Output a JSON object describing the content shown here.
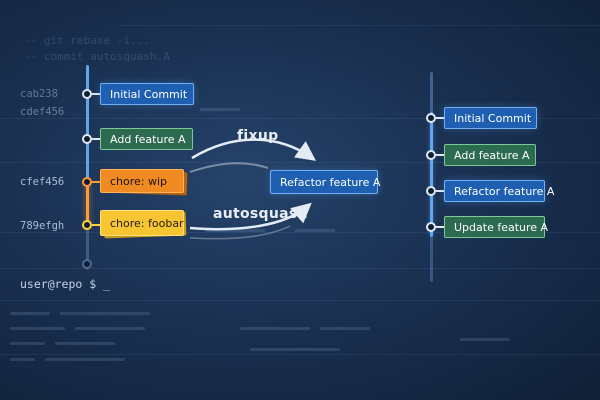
{
  "terminal": {
    "bg_command_1": "-- git rebase -i...",
    "bg_command_2": "-- commit autosquash.A",
    "prompt": "user@repo $ _"
  },
  "left_branch": {
    "hashes": [
      "cab238",
      "cdef456",
      "cfef456",
      "789efgh"
    ],
    "commits": [
      "Initial Commit",
      "Add feature A",
      "chore: wip",
      "chore: foobar"
    ]
  },
  "middle": {
    "target_commit": "Refactor feature A",
    "fixup_label": "fixup",
    "autosquash_label": "autosquash"
  },
  "right_branch": {
    "commits": [
      "Initial Commit",
      "Add feature A",
      "Refactor feature A",
      "Update feature A"
    ]
  },
  "colors": {
    "blue": "#1f5fb1",
    "green": "#2c6b4f",
    "orange": "#f08a22",
    "yellow": "#f7c531",
    "rail_blue": "#5fa6ef",
    "rail_orange": "#ff9a34"
  }
}
